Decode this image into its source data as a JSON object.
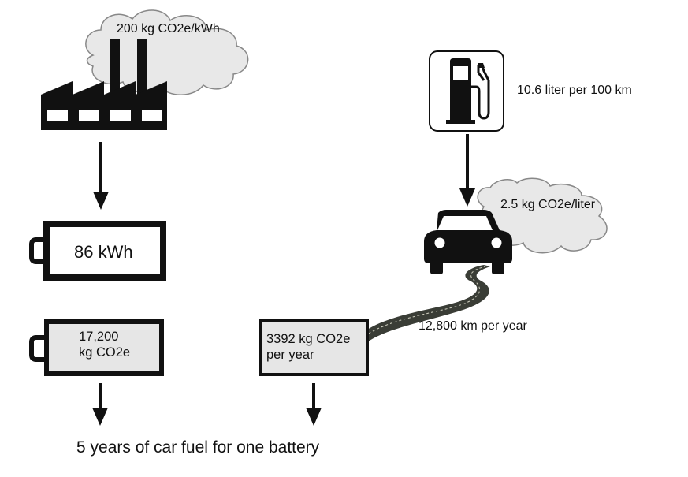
{
  "diagram": {
    "factory_emission_label": "200 kg CO2e/kWh",
    "battery_capacity_label": "86 kWh",
    "battery_emission_line1": "17,200",
    "battery_emission_line2": "kg CO2e",
    "fuel_consumption_label": "10.6 liter per 100 km",
    "fuel_emission_label": "2.5 kg CO2e/liter",
    "distance_label": "12,800 km per year",
    "car_emission_line1": "3392 kg CO2e",
    "car_emission_line2": "per year",
    "conclusion_label": "5 years of car fuel for one battery"
  },
  "icons": [
    "factory-icon",
    "battery-icon",
    "fuel-pump-icon",
    "car-icon",
    "road-icon",
    "cloud-icon",
    "arrow-down-icon"
  ],
  "colors": {
    "ink": "#111111",
    "cloud_fill": "#e8e8e8",
    "box_fill": "#e6e6e6",
    "road": "#3a3d36"
  }
}
